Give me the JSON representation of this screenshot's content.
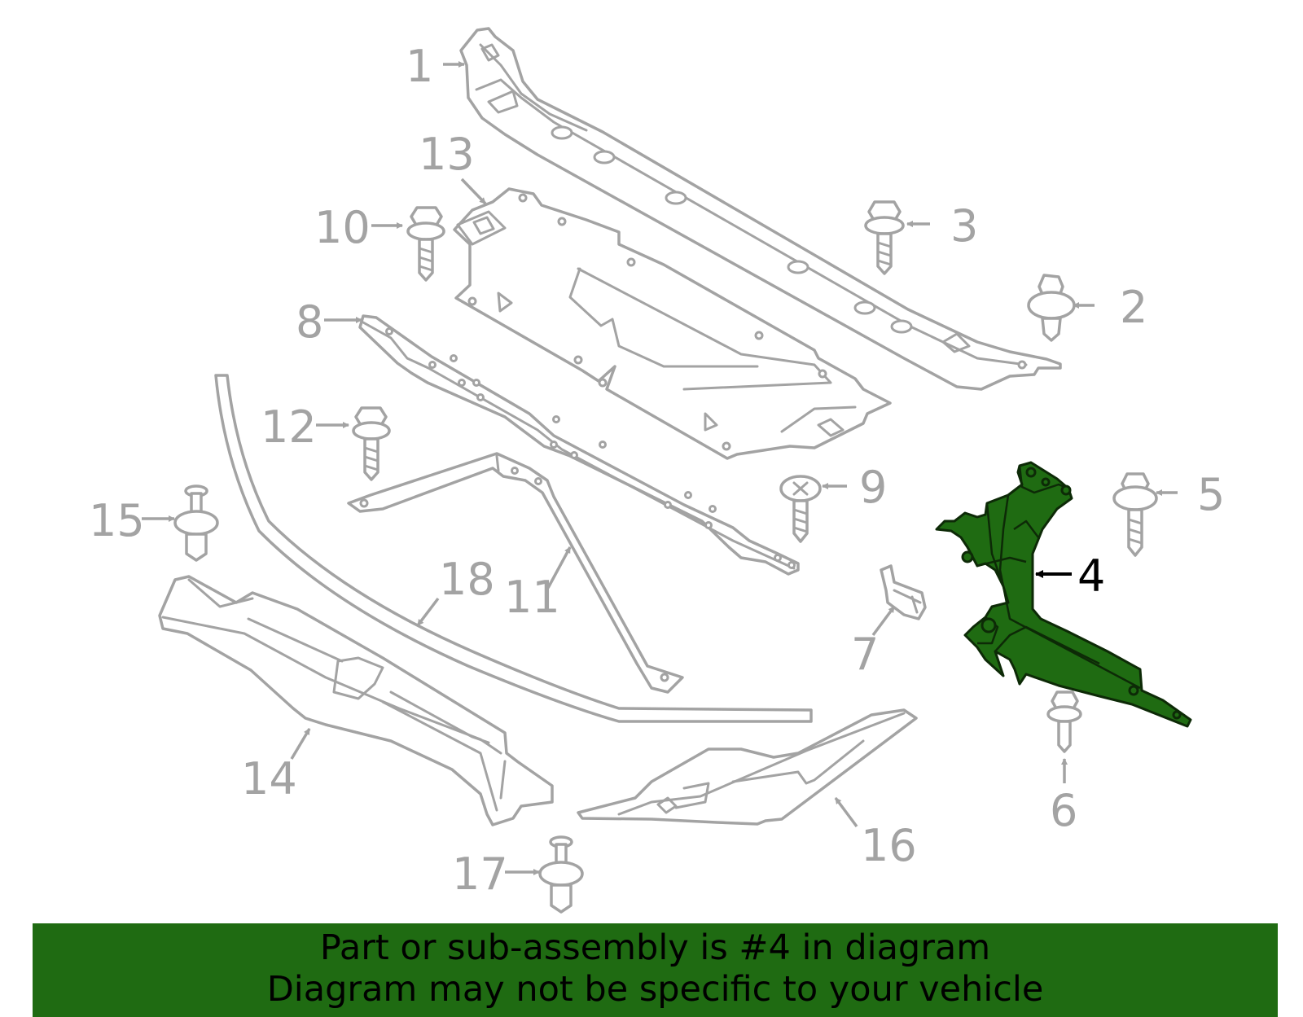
{
  "callouts": {
    "c1": "1",
    "c2": "2",
    "c3": "3",
    "c4": "4",
    "c5": "5",
    "c6": "6",
    "c7": "7",
    "c8": "8",
    "c9": "9",
    "c10": "10",
    "c11": "11",
    "c12": "12",
    "c13": "13",
    "c14": "14",
    "c15": "15",
    "c16": "16",
    "c17": "17",
    "c18": "18"
  },
  "highlighted_part": "4",
  "colors": {
    "highlight": "#1f6b12",
    "banner": "#1f6b12",
    "line_art": "#a3a3a3",
    "highlight_label": "#000000"
  },
  "banner": {
    "line1": "Part or sub-assembly is #4 in diagram",
    "line2": "Diagram may not be specific to your vehicle"
  }
}
